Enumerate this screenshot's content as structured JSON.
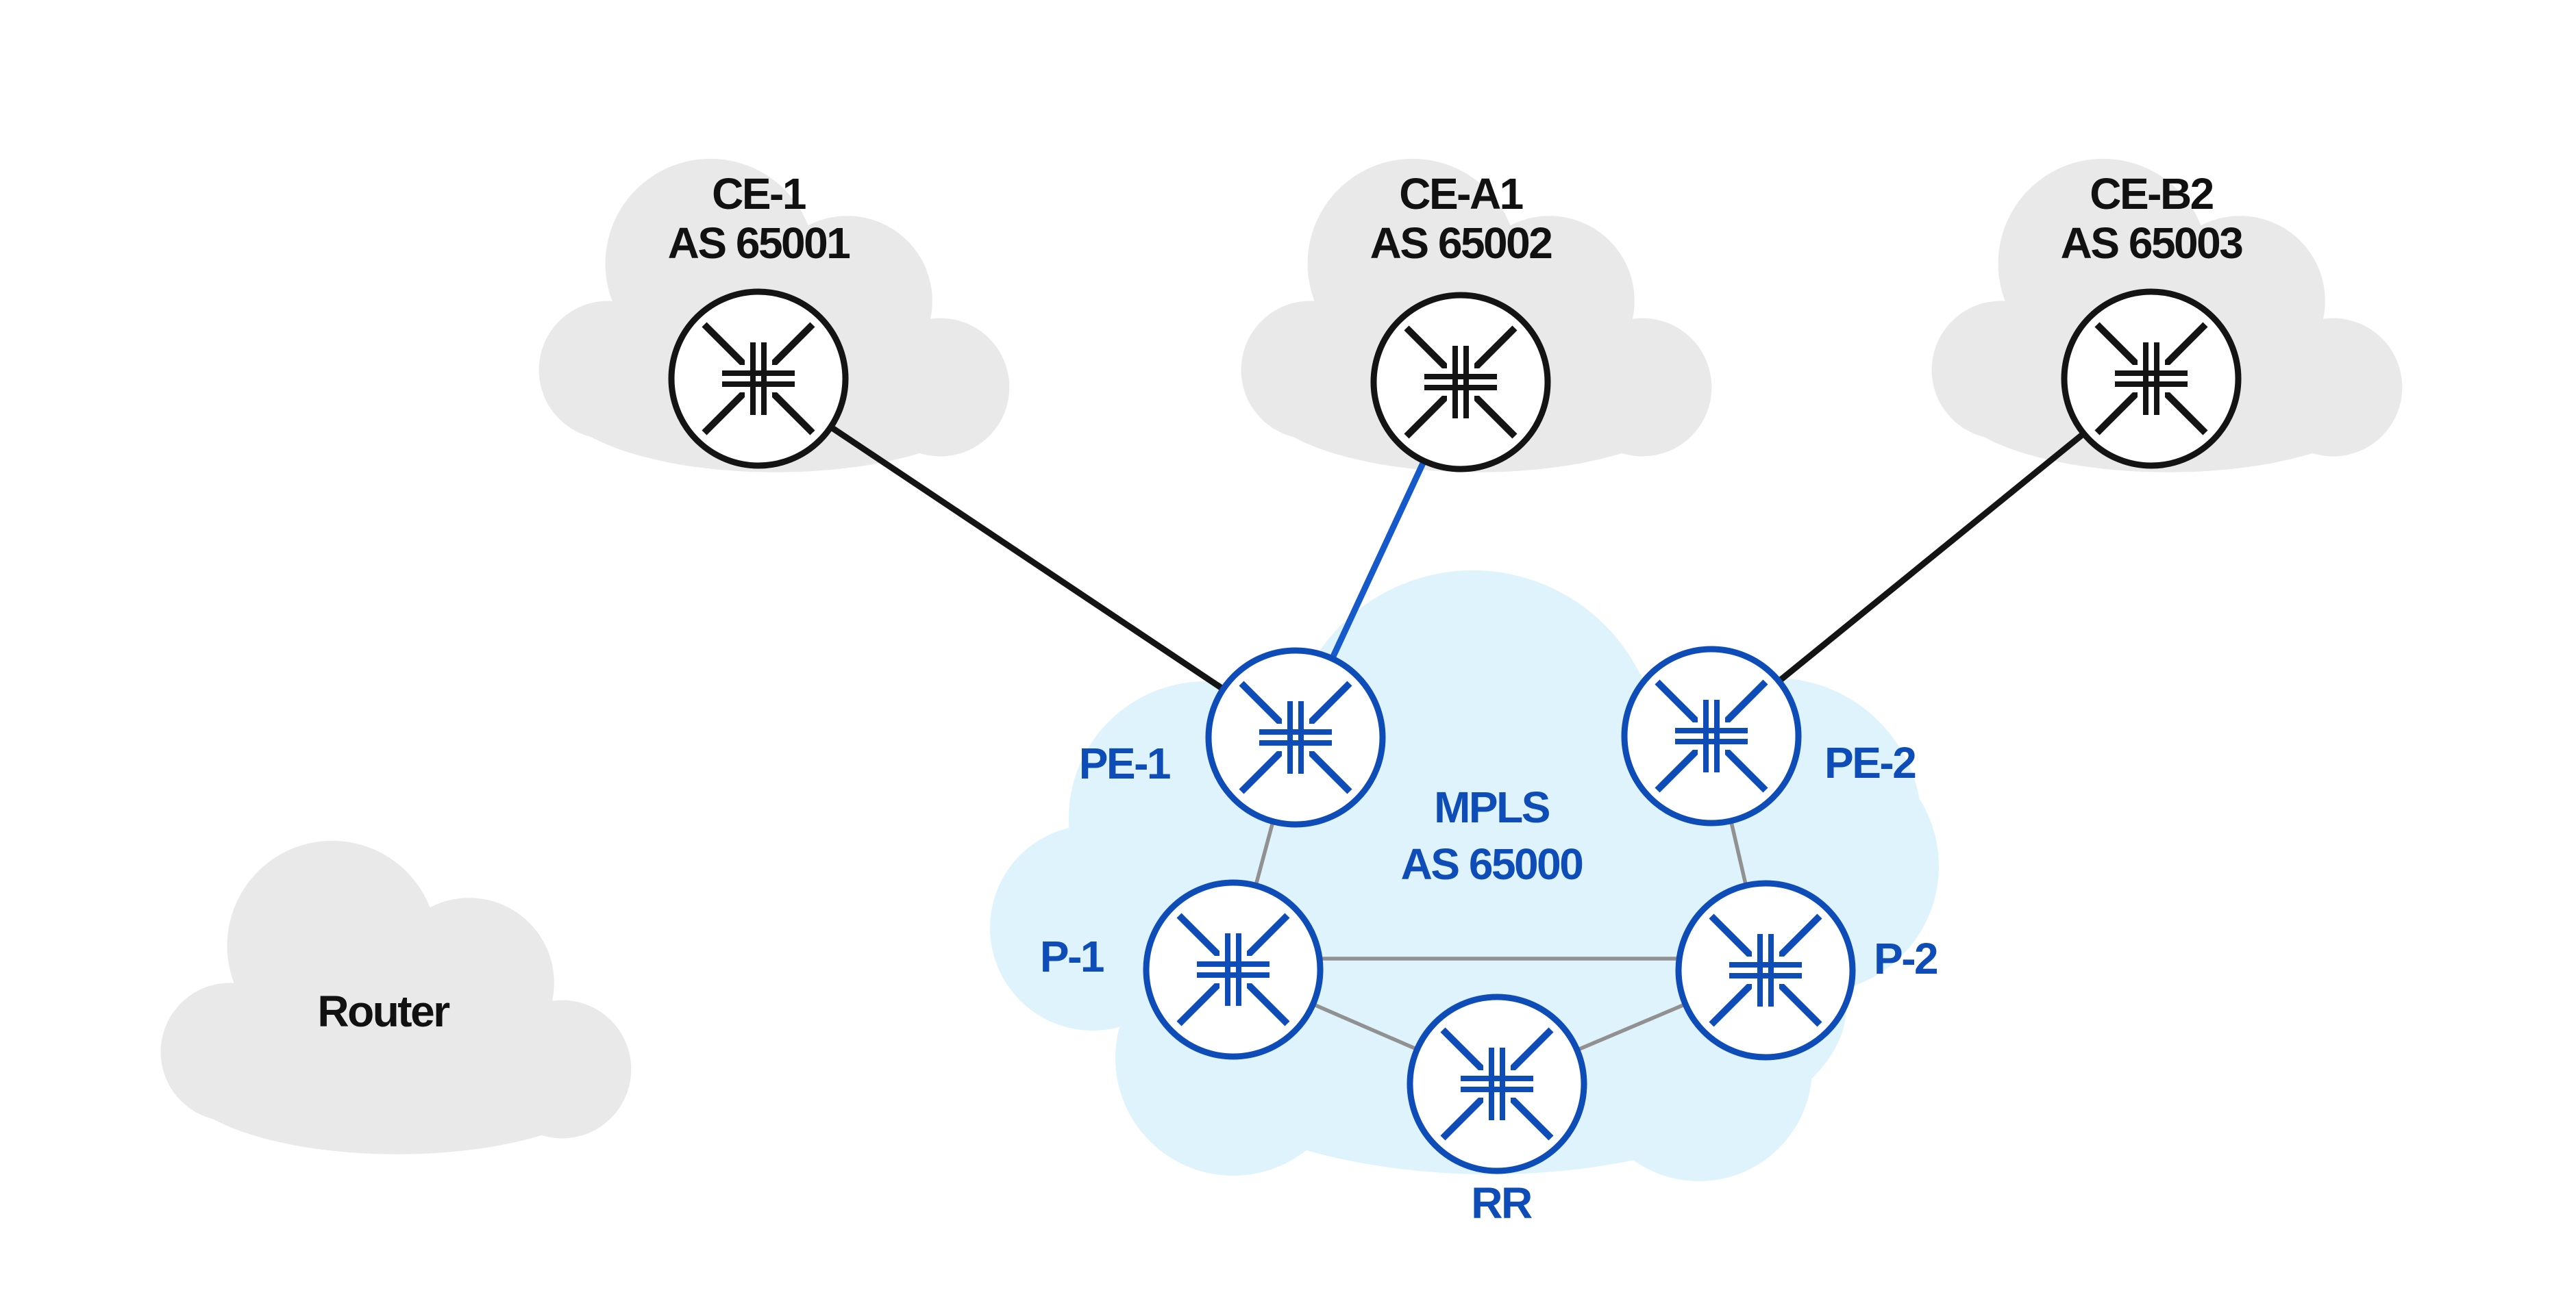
{
  "colors": {
    "background": "#ffffff",
    "accent-blue": "#0e4db8",
    "link-blue": "#1659cb",
    "link-black": "#141414",
    "link-gray": "#919191",
    "cloud-gray": "#e9e9e9",
    "cloud-blue": "#def3fb",
    "text-black": "#111111"
  },
  "clouds": {
    "ce1": {
      "name": "CE-1",
      "as": "AS 65001"
    },
    "ce_a1": {
      "name": "CE-A1",
      "as": "AS 65002"
    },
    "ce_b2": {
      "name": "CE-B2",
      "as": "AS 65003"
    },
    "mpls": {
      "name": "MPLS",
      "as": "AS 65000"
    }
  },
  "routers": {
    "pe1": {
      "label": "PE-1"
    },
    "pe2": {
      "label": "PE-2"
    },
    "p1": {
      "label": "P-1"
    },
    "p2": {
      "label": "P-2"
    },
    "rr": {
      "label": "RR"
    }
  },
  "legend": {
    "cloud_label": "Router"
  },
  "links": [
    {
      "from": "CE-1",
      "to": "PE-1",
      "color": "black"
    },
    {
      "from": "CE-A1",
      "to": "PE-1",
      "color": "blue"
    },
    {
      "from": "CE-B2",
      "to": "PE-2",
      "color": "black"
    },
    {
      "from": "PE-1",
      "to": "P-1",
      "color": "gray"
    },
    {
      "from": "PE-2",
      "to": "P-2",
      "color": "gray"
    },
    {
      "from": "P-1",
      "to": "P-2",
      "color": "gray"
    },
    {
      "from": "P-1",
      "to": "RR",
      "color": "gray"
    },
    {
      "from": "P-2",
      "to": "RR",
      "color": "gray"
    }
  ]
}
